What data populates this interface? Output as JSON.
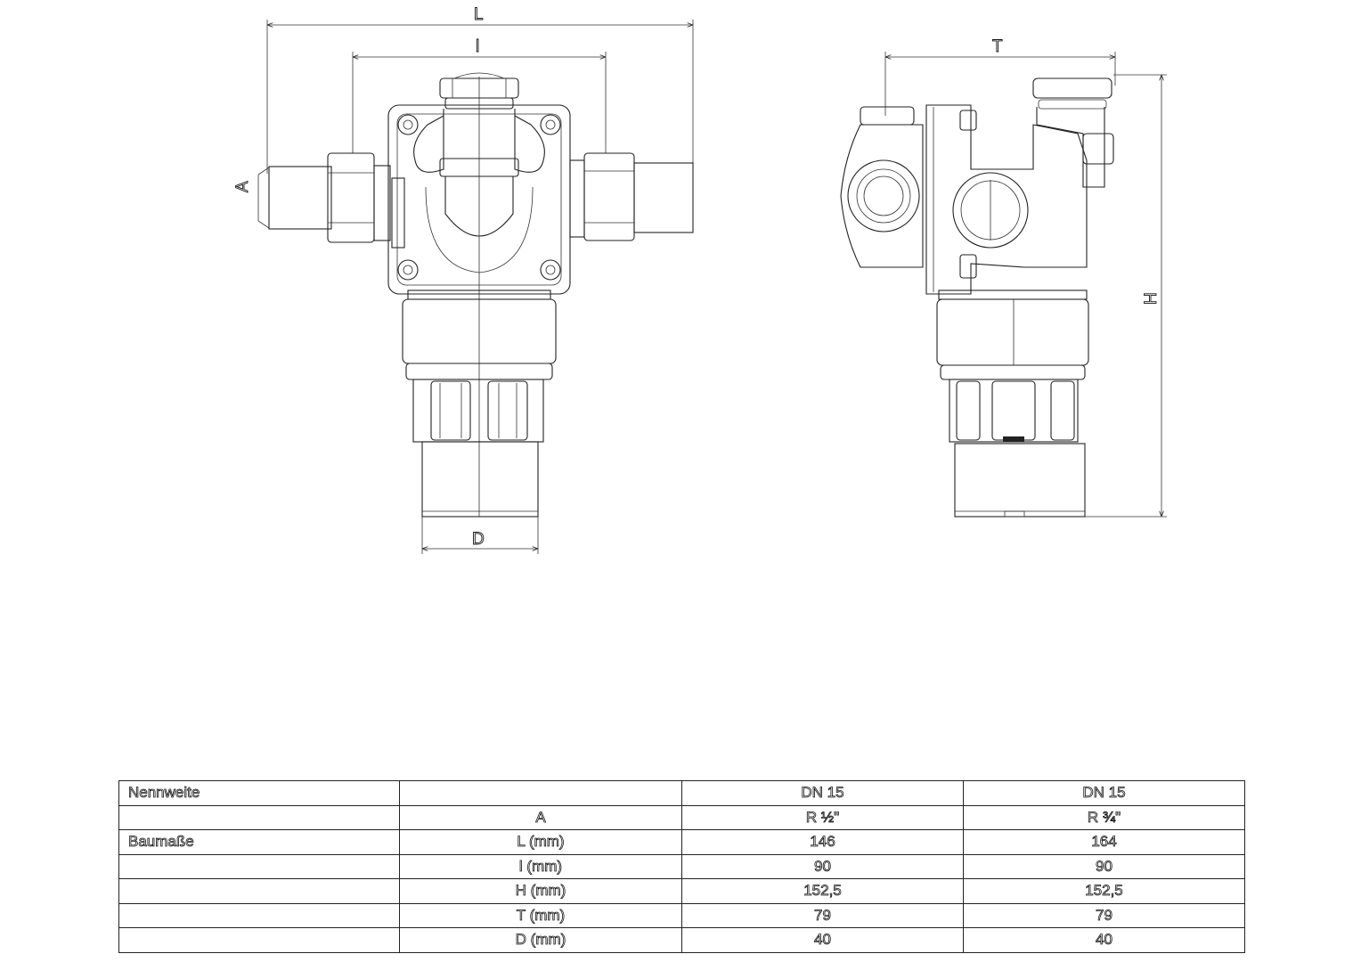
{
  "labels": {
    "L": "L",
    "l": "l",
    "A": "A",
    "D": "D",
    "T": "T",
    "H": "H"
  },
  "table": {
    "rows": [
      [
        "Nennweite",
        "",
        "DN 15",
        "DN 15"
      ],
      [
        "",
        "A",
        "R ½\"",
        "R ¾\""
      ],
      [
        "Baumaße",
        "L (mm)",
        "146",
        "164"
      ],
      [
        "",
        "l (mm)",
        "90",
        "90"
      ],
      [
        "",
        "H (mm)",
        "152,5",
        "152,5"
      ],
      [
        "",
        "T (mm)",
        "79",
        "79"
      ],
      [
        "",
        "D (mm)",
        "40",
        "40"
      ]
    ]
  }
}
